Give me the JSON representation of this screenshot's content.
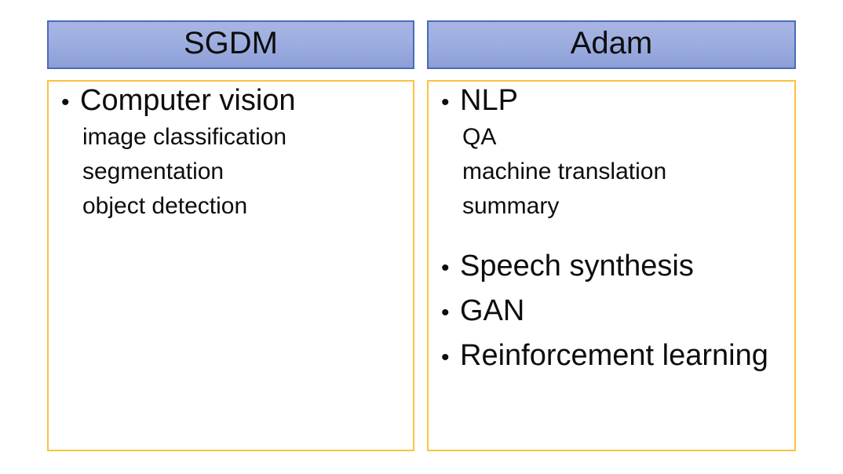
{
  "slide": {
    "background": "#ffffff"
  },
  "colors": {
    "header_fill_top": "#a9b5e3",
    "header_fill_bottom": "#8c9ed7",
    "header_border": "#4a6abd",
    "content_border": "#fcc33c",
    "text": "#0d0d0d"
  },
  "bullet_char": "•",
  "columns": [
    {
      "header": "SGDM",
      "items": [
        {
          "text": "Computer vision",
          "level": 1
        },
        {
          "text": "image classification",
          "level": 2
        },
        {
          "text": "segmentation",
          "level": 2
        },
        {
          "text": "object detection",
          "level": 2
        }
      ]
    },
    {
      "header": "Adam",
      "items": [
        {
          "text": "NLP",
          "level": 1
        },
        {
          "text": "QA",
          "level": 2
        },
        {
          "text": "machine translation",
          "level": 2
        },
        {
          "text": "summary",
          "level": 2
        },
        {
          "text": "Speech synthesis",
          "level": 1
        },
        {
          "text": "GAN",
          "level": 1
        },
        {
          "text": "Reinforcement learning",
          "level": 1
        }
      ]
    }
  ]
}
